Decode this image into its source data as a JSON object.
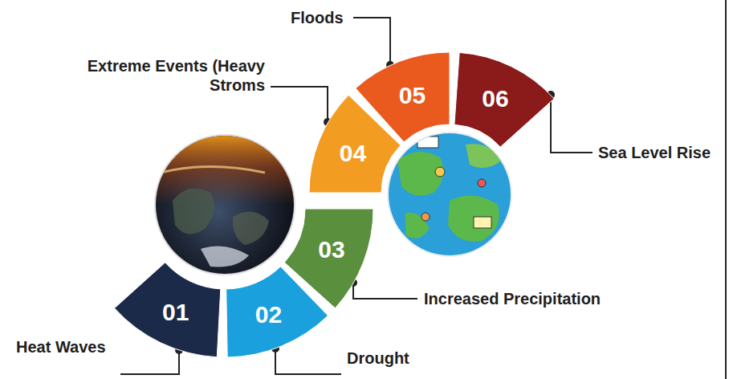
{
  "diagram": {
    "nodes": [
      {
        "text": [
          "01",
          "Heat Waves"
        ]
      },
      {
        "text": [
          "02",
          "Drought"
        ]
      },
      {
        "text": [
          "03",
          "Increased Precipitation"
        ]
      },
      {
        "text": [
          "04",
          "Extreme Events (Heavy Stroms"
        ]
      },
      {
        "text": [
          "05",
          "Floods"
        ]
      },
      {
        "text": [
          "06",
          "Sea Level Rise"
        ]
      }
    ]
  }
}
